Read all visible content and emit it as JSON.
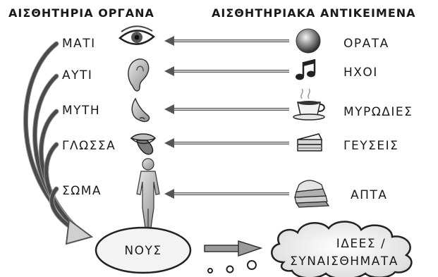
{
  "headers": {
    "organs": "ΑΙΣΘΗΤΗΡΙΑ ΟΡΓΑΝΑ",
    "objects": "ΑΙΣΘΗΤΗΡΙΑΚΑ ΑΝΤΙΚΕΙΜΕΝΑ"
  },
  "rows": [
    {
      "organ": "ΜΑΤΙ",
      "organ_icon": "eye-icon",
      "object": "ΟΡΑΤΑ",
      "object_icon": "sphere-icon"
    },
    {
      "organ": "ΑΥΤΙ",
      "organ_icon": "ear-icon",
      "object": "ΗΧΟΙ",
      "object_icon": "music-note-icon"
    },
    {
      "organ": "ΜΥΤΗ",
      "organ_icon": "nose-icon",
      "object": "ΜΥΡΩΔΙΕΣ",
      "object_icon": "coffee-cup-icon"
    },
    {
      "organ": "ΓΛΩΣΣΑ",
      "organ_icon": "tongue-icon",
      "object": "ΓΕΥΣΕΙΣ",
      "object_icon": "cake-icon"
    },
    {
      "organ": "ΣΩΜΑ",
      "organ_icon": "body-icon",
      "object": "ΑΠΤΑ",
      "object_icon": "fabric-stack-icon"
    }
  ],
  "mind": {
    "label": "ΝΟΥΣ",
    "result_line1": "ΙΔΕΕΣ /",
    "result_line2": "ΣΥΝΑΙΣΘΗΜΑΤΑ"
  }
}
